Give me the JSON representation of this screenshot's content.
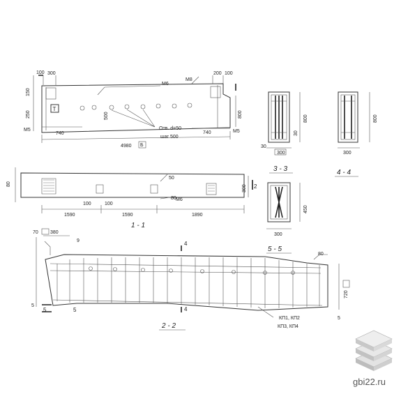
{
  "brand": "gbi22.ru",
  "view_top": {
    "dims": [
      "100",
      "300",
      "200",
      "100",
      "150",
      "250",
      "740",
      "4980",
      "740",
      "800",
      "500"
    ],
    "labels": [
      "М6",
      "М8",
      "М5",
      "М5",
      "Отв. d=50",
      "шаг 500"
    ],
    "box_marks": [
      "Т",
      "Б"
    ]
  },
  "view_side": {
    "dims": [
      "80",
      "100",
      "100",
      "50",
      "80",
      "1590",
      "1590",
      "1890",
      "300"
    ],
    "labels": [
      "М6",
      "2"
    ],
    "caption": "1 - 1"
  },
  "view_long": {
    "dims": [
      "70",
      "380",
      "9",
      "5",
      "80",
      "720",
      "5"
    ],
    "labels": [
      "4",
      "4",
      "5",
      "5",
      "КП1, КП2",
      "КП3, КП4"
    ],
    "caption": "2 - 2"
  },
  "sections": {
    "s3": {
      "caption": "3 - 3",
      "dims": [
        "30",
        "30",
        "800",
        "300"
      ]
    },
    "s4": {
      "caption": "4 - 4",
      "dims": [
        "800",
        "300"
      ]
    },
    "s5": {
      "caption": "5 - 5",
      "dims": [
        "450",
        "300"
      ]
    }
  }
}
